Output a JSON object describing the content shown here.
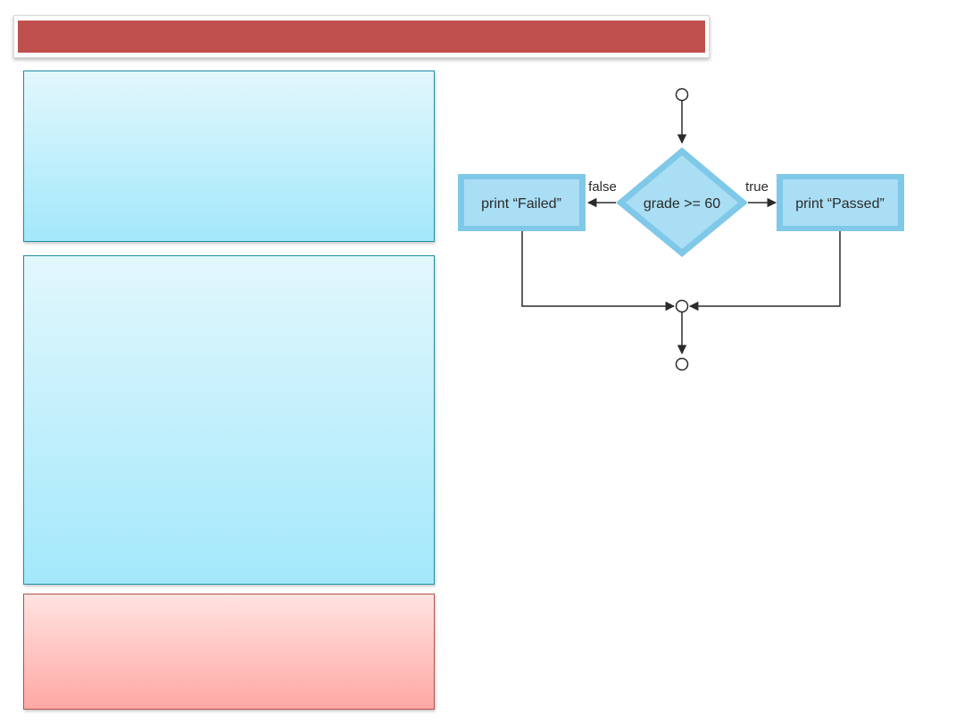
{
  "slide": {
    "title": "",
    "colors": {
      "title_bar": "#c0504d",
      "panel_blue_top": "#e2f7fc",
      "panel_blue_bottom": "#a3e8fb",
      "panel_red_top": "#ffe3e1",
      "panel_red_bottom": "#ffa8a4",
      "node_fill": "#a6dcf2",
      "node_border": "#7cc4e2"
    }
  },
  "panels": [
    {
      "text": ""
    },
    {
      "text": ""
    },
    {
      "text": ""
    }
  ],
  "flowchart": {
    "decision": {
      "label": "grade >= 60"
    },
    "true_branch": {
      "edge_label": "true",
      "action": "print “Passed”"
    },
    "false_branch": {
      "edge_label": "false",
      "action": "print “Failed”"
    }
  }
}
